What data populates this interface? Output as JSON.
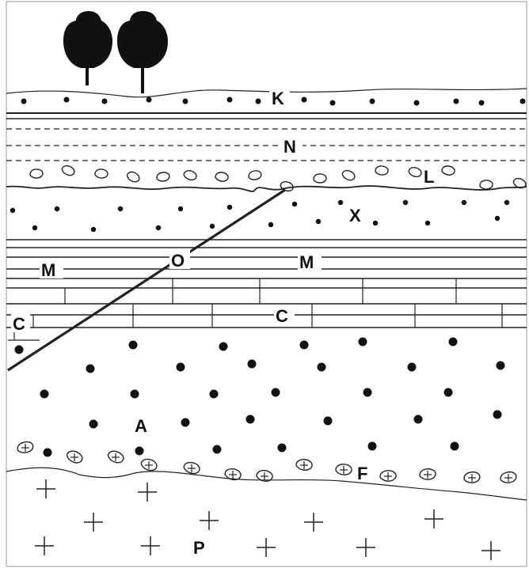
{
  "labels": {
    "K": "K",
    "N": "N",
    "L": "L",
    "X": "X",
    "M_left": "M",
    "M_right": "M",
    "O": "O",
    "C_left": "C",
    "C_right": "C",
    "A": "A",
    "F": "F",
    "P": "P"
  },
  "colors": {
    "ink": "#222222",
    "tree": "#111111",
    "background": "#ffffff"
  },
  "icons": {
    "trees": "tree-icon",
    "pebbles": "pebble-icon",
    "granite": "plus-icon"
  }
}
